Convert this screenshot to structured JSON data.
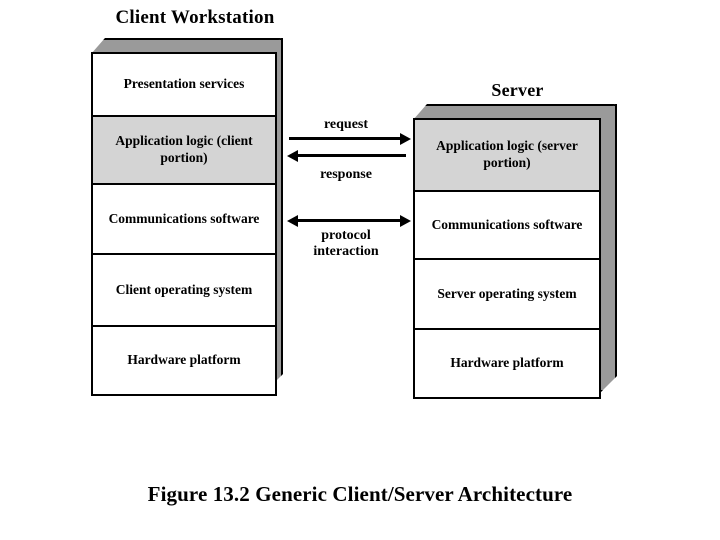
{
  "figure": {
    "caption": "Figure 13.2 Generic Client/Server Architecture",
    "background_color": "#ffffff",
    "line_color": "#000000",
    "bevel_color": "#9a9a9a",
    "highlight_color": "#d4d4d4"
  },
  "client": {
    "title": "Client Workstation",
    "layers": [
      {
        "label": "Presentation services",
        "shaded": false
      },
      {
        "label": "Application logic\n(client portion)",
        "shaded": true
      },
      {
        "label": "Communications\nsoftware",
        "shaded": false
      },
      {
        "label": "Client\noperating system",
        "shaded": false
      },
      {
        "label": "Hardware platform",
        "shaded": false
      }
    ]
  },
  "server": {
    "title": "Server",
    "layers": [
      {
        "label": "Application logic\n(server portion)",
        "shaded": true
      },
      {
        "label": "Communications\nsoftware",
        "shaded": false
      },
      {
        "label": "Server\noperating system",
        "shaded": false
      },
      {
        "label": "Hardware platform",
        "shaded": false
      }
    ]
  },
  "connectors": [
    {
      "label": "request",
      "direction": "right"
    },
    {
      "label": "response",
      "direction": "left"
    },
    {
      "label": "protocol\ninteraction",
      "direction": "both"
    }
  ]
}
